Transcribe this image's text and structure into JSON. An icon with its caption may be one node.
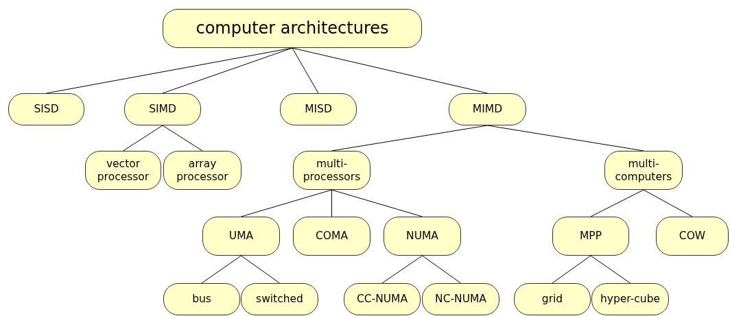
{
  "diagram": {
    "nodes": [
      {
        "text": [
          "computer architectures"
        ]
      },
      {
        "text": [
          "SISD"
        ]
      },
      {
        "text": [
          "SIMD"
        ]
      },
      {
        "text": [
          "MISD"
        ]
      },
      {
        "text": [
          "MIMD"
        ]
      },
      {
        "text": [
          "vector processor"
        ]
      },
      {
        "text": [
          "array processor"
        ]
      },
      {
        "text": [
          "multi-processors"
        ]
      },
      {
        "text": [
          "multi-computers"
        ]
      },
      {
        "text": [
          "UMA"
        ]
      },
      {
        "text": [
          "COMA"
        ]
      },
      {
        "text": [
          "NUMA"
        ]
      },
      {
        "text": [
          "MPP"
        ]
      },
      {
        "text": [
          "COW"
        ]
      },
      {
        "text": [
          "bus"
        ]
      },
      {
        "text": [
          "switched"
        ]
      },
      {
        "text": [
          "CC-NUMA"
        ]
      },
      {
        "text": [
          "NC-NUMA"
        ]
      },
      {
        "text": [
          "grid"
        ]
      },
      {
        "text": [
          "hyper-cube"
        ]
      }
    ],
    "edges": [
      {
        "from": 0,
        "to": 1,
        "arrow": "none"
      },
      {
        "from": 0,
        "to": 2,
        "arrow": "none"
      },
      {
        "from": 0,
        "to": 3,
        "arrow": "none"
      },
      {
        "from": 0,
        "to": 4,
        "arrow": "none"
      },
      {
        "from": 2,
        "to": 5,
        "arrow": "none"
      },
      {
        "from": 2,
        "to": 6,
        "arrow": "none"
      },
      {
        "from": 4,
        "to": 7,
        "arrow": "none"
      },
      {
        "from": 4,
        "to": 8,
        "arrow": "none"
      },
      {
        "from": 7,
        "to": 9,
        "arrow": "none"
      },
      {
        "from": 7,
        "to": 10,
        "arrow": "none"
      },
      {
        "from": 7,
        "to": 11,
        "arrow": "none"
      },
      {
        "from": 8,
        "to": 12,
        "arrow": "none"
      },
      {
        "from": 8,
        "to": 13,
        "arrow": "none"
      },
      {
        "from": 9,
        "to": 14,
        "arrow": "none"
      },
      {
        "from": 9,
        "to": 15,
        "arrow": "none"
      },
      {
        "from": 11,
        "to": 16,
        "arrow": "none"
      },
      {
        "from": 11,
        "to": 17,
        "arrow": "none"
      },
      {
        "from": 12,
        "to": 18,
        "arrow": "none"
      },
      {
        "from": 12,
        "to": 19,
        "arrow": "none"
      }
    ]
  }
}
